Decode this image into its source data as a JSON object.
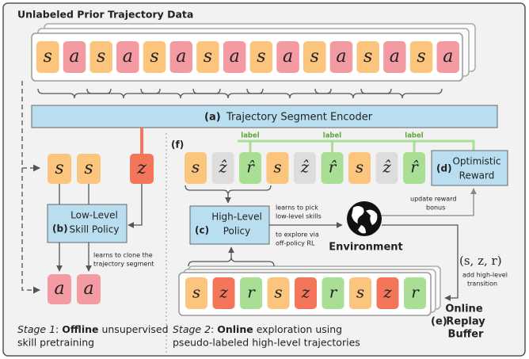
{
  "prior_data_title": "Unlabeled Prior Trajectory Data",
  "prior_tokens": [
    "s",
    "a",
    "s",
    "a",
    "s",
    "a",
    "s",
    "a",
    "s",
    "a",
    "s",
    "a",
    "s",
    "a",
    "s",
    "a"
  ],
  "encoder": {
    "letter": "(a)",
    "label": "Trajectory Segment Encoder"
  },
  "stage1": {
    "skill_policy": {
      "letter": "(b)",
      "line1": "Low-Level",
      "line2": "Skill Policy"
    },
    "inputs": [
      "s",
      "s"
    ],
    "latent": "z",
    "outputs": [
      "a",
      "a"
    ],
    "clone_note_line1": "learns to clone the",
    "clone_note_line2": "trajectory segment",
    "caption_prefix": "Stage 1",
    "caption_bold": "Offline",
    "caption_rest1": " unsupervised",
    "caption_line2": "skill pretraining"
  },
  "stage2": {
    "fig_letter": "(f)",
    "label_word": "label",
    "label_row": [
      "s",
      "ẑ",
      "r̂",
      "s",
      "ẑ",
      "r̂",
      "s",
      "ẑ",
      "r̂"
    ],
    "high_level_policy": {
      "letter": "(c)",
      "line1": "High-Level",
      "line2": "Policy"
    },
    "pick_note_line1": "learns to pick",
    "pick_note_line2": "low-level skills",
    "explore_note_line1": "to explore via",
    "explore_note_line2": "off-policy RL",
    "environment": "Environment",
    "optimistic": {
      "letter": "(d)",
      "line1": "Optimistic",
      "line2": "Reward"
    },
    "update_note_line1": "update reward",
    "update_note_line2": "bonus",
    "transition_tuple": "(s, z, r)",
    "add_note_line1": "add high-level",
    "add_note_line2": "transition",
    "buffer_tokens": [
      "s",
      "z",
      "r",
      "s",
      "z",
      "r",
      "s",
      "z",
      "r"
    ],
    "buffer": {
      "letter": "(e)",
      "line1": "Online",
      "line2": "Replay",
      "line3": "Buffer"
    },
    "caption_prefix": "Stage 2",
    "caption_bold": "Online",
    "caption_rest1": " exploration using",
    "caption_line2": "pseudo-labeled high-level trajectories"
  },
  "colors": {
    "state": "#fcc57e",
    "action": "#f49aa2",
    "latent": "#f4765a",
    "reward": "#a8df94",
    "box": "#b9def0",
    "label_orange": "#e8793e",
    "label_green": "#5aa63a"
  }
}
